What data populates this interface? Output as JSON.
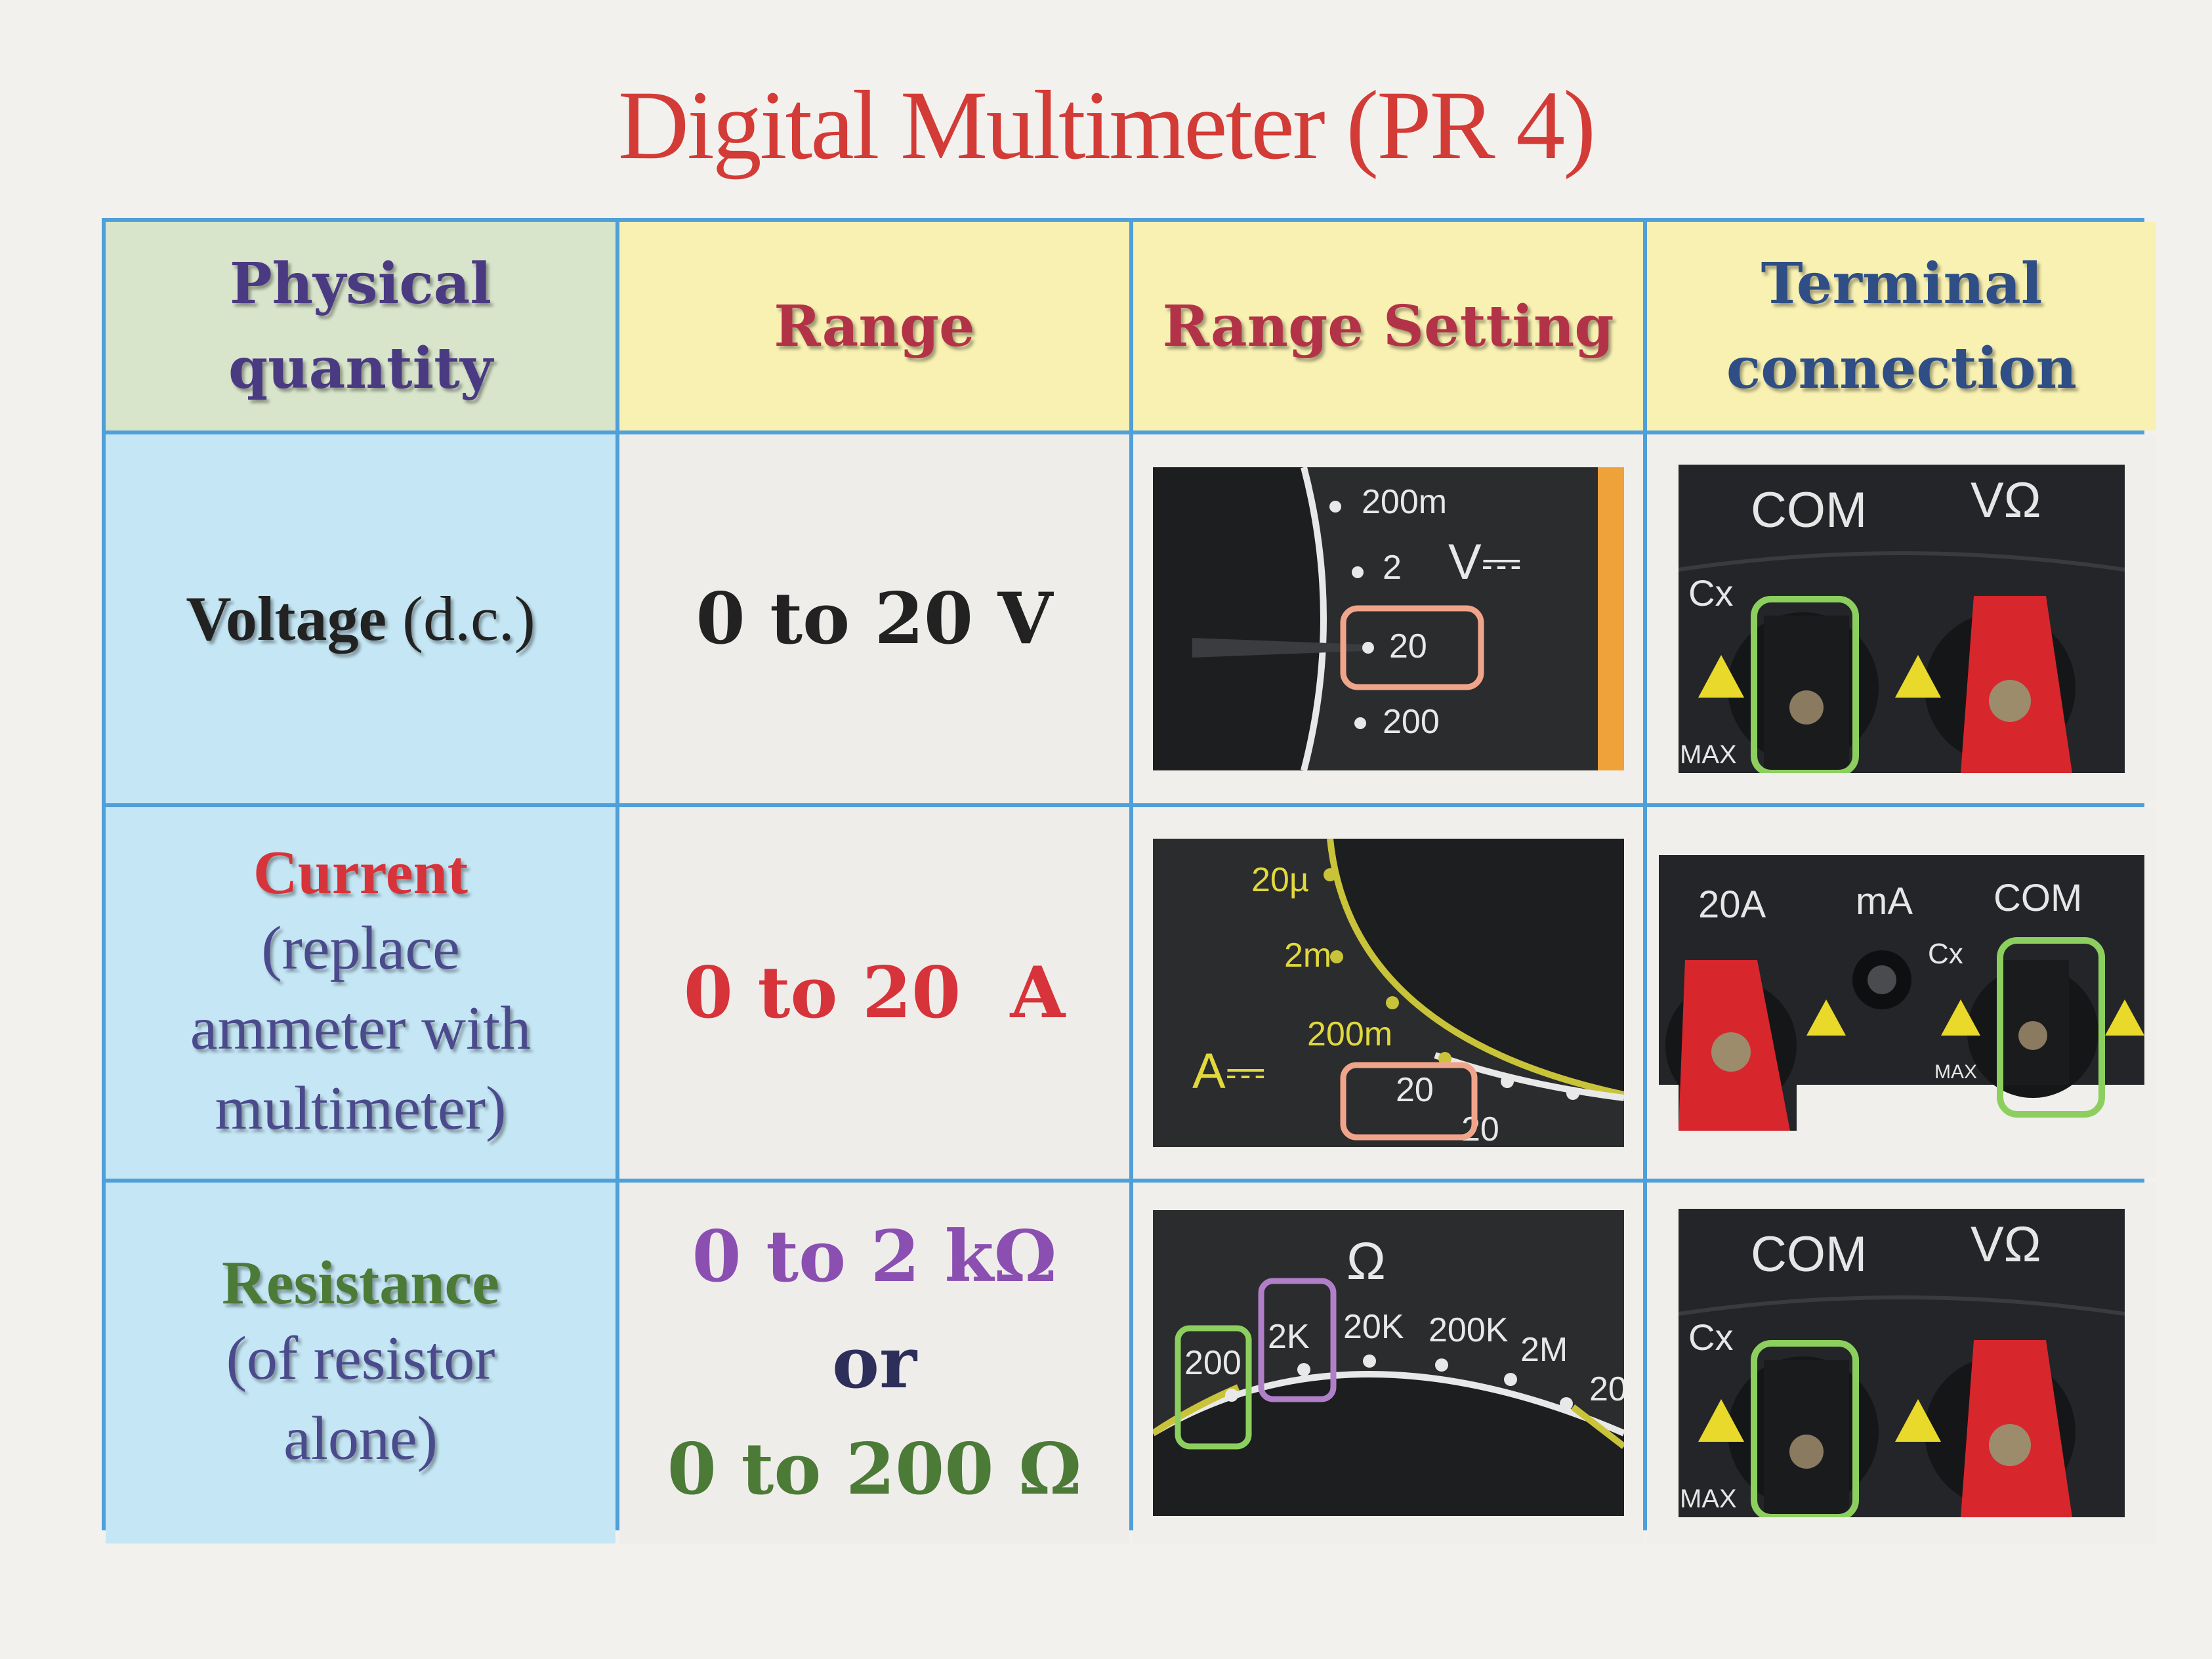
{
  "title": "Digital Multimeter (PR 4)",
  "headers": [
    "Physical\nquantity",
    "Range",
    "Range Setting",
    "Terminal\nconnection"
  ],
  "header_lines": {
    "h0": [
      "Physical",
      "quantity"
    ],
    "h1": [
      "Range"
    ],
    "h2": [
      "Range Setting"
    ],
    "h3": [
      "Terminal",
      "connection"
    ]
  },
  "rows": {
    "voltage": {
      "quantity_main": "Voltage",
      "quantity_sub": "(d.c.)",
      "range": "0 to 20 V",
      "dial_labels": [
        "200m",
        "2",
        "V⎓",
        "20",
        "200"
      ],
      "terminal_labels": [
        "COM",
        "VΩ",
        "Cx",
        "MAX"
      ]
    },
    "current": {
      "quantity_main": "Current",
      "quantity_sub": [
        "(replace",
        "ammeter with",
        "multimeter)"
      ],
      "range": "0 to 20  A",
      "dial_labels": [
        "20µ",
        "2m",
        "200m",
        "A⎓",
        "20",
        "20"
      ],
      "terminal_labels": [
        "20A",
        "mA",
        "COM",
        "Cx",
        "MAX"
      ]
    },
    "resistance": {
      "quantity_main": "Resistance",
      "quantity_sub": [
        "(of resistor",
        "alone)"
      ],
      "range_a": "0 to 2 kΩ",
      "range_or": "or",
      "range_b": "0 to 200 Ω",
      "dial_labels": [
        "Ω",
        "200",
        "2K",
        "20K",
        "200K",
        "2M",
        "20"
      ],
      "terminal_labels": [
        "COM",
        "VΩ",
        "Cx",
        "MAX"
      ]
    }
  },
  "colors": {
    "title": "#d33b37",
    "border": "#4f9fd9",
    "voltage_range": "#222222",
    "current_range": "#d7333a",
    "resistance_range_a": "#8a4fb0",
    "resistance_range_b": "#4c7a37",
    "highlight_orange": "#f0a58b",
    "highlight_green": "#8ccf5e",
    "highlight_purple": "#b07fc8"
  }
}
